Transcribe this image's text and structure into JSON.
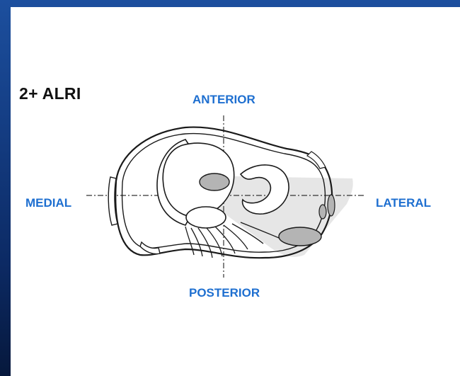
{
  "slide": {
    "title": "2+ ALRI"
  },
  "labels": {
    "anterior": "ANTERIOR",
    "posterior": "POSTERIOR",
    "medial": "MEDIAL",
    "lateral": "LATERAL"
  },
  "colors": {
    "frame_blue": "#153f86",
    "label_blue": "#1e6fd0",
    "shaded_region": "#e6e6e6",
    "meniscus_fill": "#b4b4b4",
    "outline": "#1a1a1a"
  }
}
